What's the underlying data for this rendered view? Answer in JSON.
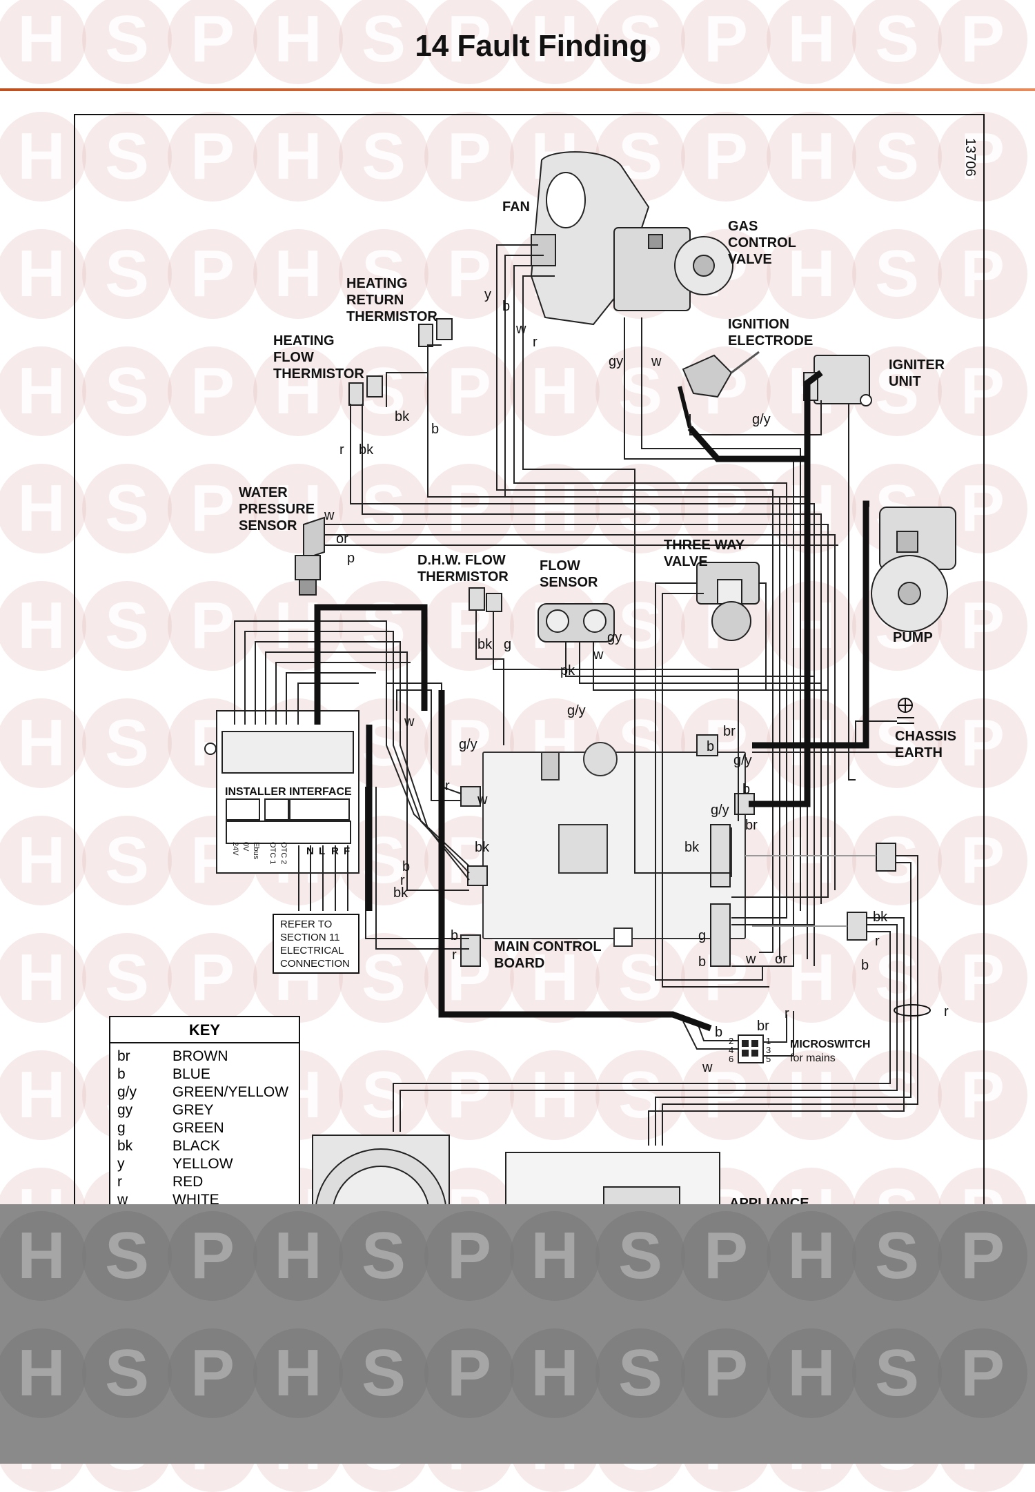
{
  "header": {
    "title": "14  Fault Finding"
  },
  "watermark_letters": [
    "H",
    "S",
    "P"
  ],
  "diagram_id": "13706",
  "components": {
    "fan": "FAN",
    "gas_control_valve": [
      "GAS",
      "CONTROL",
      "VALVE"
    ],
    "heating_return_thermistor": [
      "HEATING",
      "RETURN",
      "THERMISTOR"
    ],
    "heating_flow_thermistor": [
      "HEATING",
      "FLOW",
      "THERMISTOR"
    ],
    "ignition_electrode": [
      "IGNITION",
      "ELECTRODE"
    ],
    "igniter_unit": [
      "IGNITER",
      "UNIT"
    ],
    "water_pressure_sensor": [
      "WATER",
      "PRESSURE",
      "SENSOR"
    ],
    "dhw_flow_thermistor": [
      "D.H.W. FLOW",
      "THERMISTOR"
    ],
    "flow_sensor": [
      "FLOW",
      "SENSOR"
    ],
    "three_way_valve": [
      "THREE WAY",
      "VALVE"
    ],
    "pump": "PUMP",
    "chassis_earth": [
      "CHASSIS",
      "EARTH"
    ],
    "installer_interface": "INSTALLER INTERFACE",
    "refer_note": [
      "REFER TO",
      "SECTION 11",
      "ELECTRICAL",
      "CONNECTION"
    ],
    "main_control_board": [
      "MAIN CONTROL",
      "BOARD"
    ],
    "microswitch": [
      "MICROSWITCH",
      "for mains"
    ],
    "appliance": "APPLIANCE"
  },
  "terminal_labels": [
    "24V",
    "0V",
    "Ebus",
    "OTC 1",
    "OTC 2",
    "N",
    "L",
    "R",
    "F"
  ],
  "microswitch_pins": [
    "2",
    "4",
    "6",
    "1",
    "3",
    "5"
  ],
  "wire_labels": {
    "fan_y": "y",
    "fan_b": "b",
    "fan_w": "w",
    "fan_r": "r",
    "gcv_gy": "gy",
    "gcv_w": "w",
    "hrt_b": "b",
    "hft_bk": "bk",
    "hft_r": "r",
    "hft_bk2": "bk",
    "ign_gy": "g/y",
    "wps_w": "w",
    "wps_or": "or",
    "wps_p": "p",
    "dhw_bk": "bk",
    "dhw_g": "g",
    "fs_gy": "gy",
    "fs_w": "w",
    "fs_pk": "pk",
    "mcb_gy_top": "g/y",
    "mcb_w_left": "w",
    "mcb_gy_left": "g/y",
    "mcb_r1": "r",
    "mcb_w2": "w",
    "mcb_bk": "bk",
    "mcb_b": "b",
    "mcb_r2": "r",
    "mcb_bk2": "bk",
    "mcb_b3": "b",
    "mcb_r3": "r",
    "ce_br": "br",
    "ce_b": "b",
    "ce_gy": "g/y",
    "conn_b": "b",
    "conn_gy": "g/y",
    "conn_br": "br",
    "conn_bk": "bk",
    "conn_g": "g",
    "conn_b2": "b",
    "conn_w": "w",
    "conn_or": "or",
    "rc_bk": "bk",
    "rc_r": "r",
    "rc_b": "b",
    "rc_r2": "r",
    "ms_r": "r",
    "ms_br": "br",
    "ms_b": "b",
    "ms_w": "w"
  },
  "key": {
    "title": "KEY",
    "rows": [
      {
        "code": "br",
        "name": "BROWN"
      },
      {
        "code": "b",
        "name": "BLUE"
      },
      {
        "code": "g/y",
        "name": "GREEN/YELLOW"
      },
      {
        "code": "gy",
        "name": "GREY"
      },
      {
        "code": "g",
        "name": "GREEN"
      },
      {
        "code": "bk",
        "name": "BLACK"
      },
      {
        "code": "y",
        "name": "YELLOW"
      },
      {
        "code": "r",
        "name": "RED"
      },
      {
        "code": "w",
        "name": "WHITE"
      }
    ]
  }
}
